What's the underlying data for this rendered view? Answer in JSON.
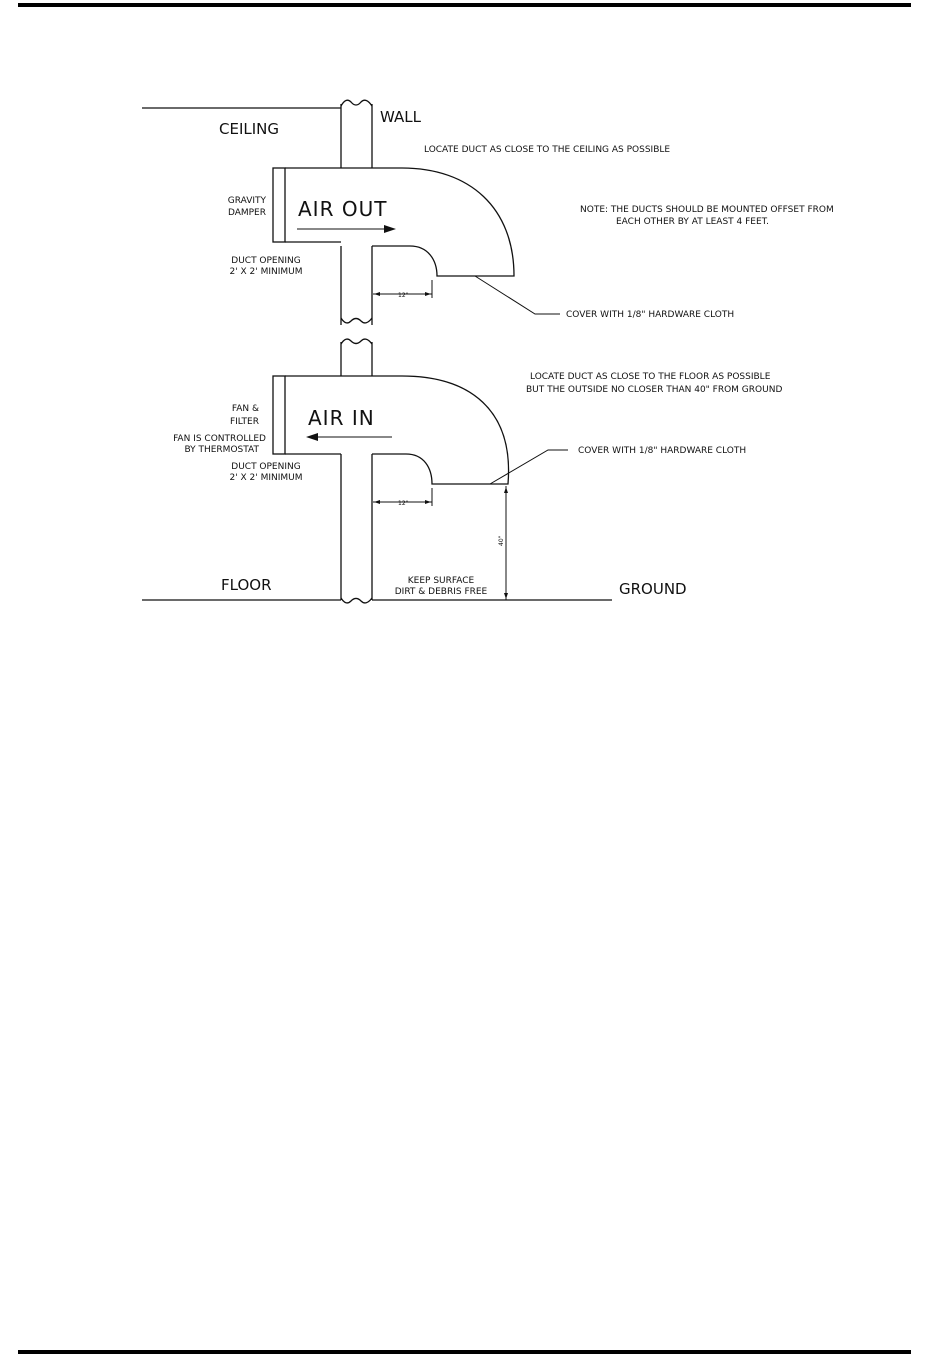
{
  "labels": {
    "ceiling": "CEILING",
    "wall": "WALL",
    "floor": "FLOOR",
    "ground": "GROUND",
    "air_out": "AIR  OUT",
    "air_in": "AIR  IN",
    "gravity_damper_1": "GRAVITY",
    "gravity_damper_2": "DAMPER",
    "fan_filter_1": "FAN &",
    "fan_filter_2": "FILTER",
    "fan_control_1": "FAN IS CONTROLLED",
    "fan_control_2": "BY THERMOSTAT",
    "duct_opening_top_1": "DUCT OPENING",
    "duct_opening_top_2": "2' X 2' MINIMUM",
    "duct_opening_bottom_1": "DUCT OPENING",
    "duct_opening_bottom_2": "2' X 2' MINIMUM",
    "locate_ceiling": "LOCATE DUCT AS CLOSE TO THE CEILING AS POSSIBLE",
    "note_1": "NOTE:  THE DUCTS SHOULD BE MOUNTED OFFSET FROM",
    "note_2": "EACH OTHER BY AT LEAST 4 FEET.",
    "cover_top": "COVER WITH 1/8\" HARDWARE CLOTH",
    "cover_bottom": "COVER WITH 1/8\" HARDWARE CLOTH",
    "locate_floor_1": "LOCATE DUCT AS CLOSE TO THE FLOOR AS POSSIBLE",
    "locate_floor_2": "BUT THE OUTSIDE NO CLOSER THAN 40\" FROM GROUND",
    "dim_12_top": "12\"",
    "dim_12_bottom": "12\"",
    "dim_40": "40\"",
    "keep_surface_1": "KEEP SURFACE",
    "keep_surface_2": "DIRT & DEBRIS FREE"
  }
}
